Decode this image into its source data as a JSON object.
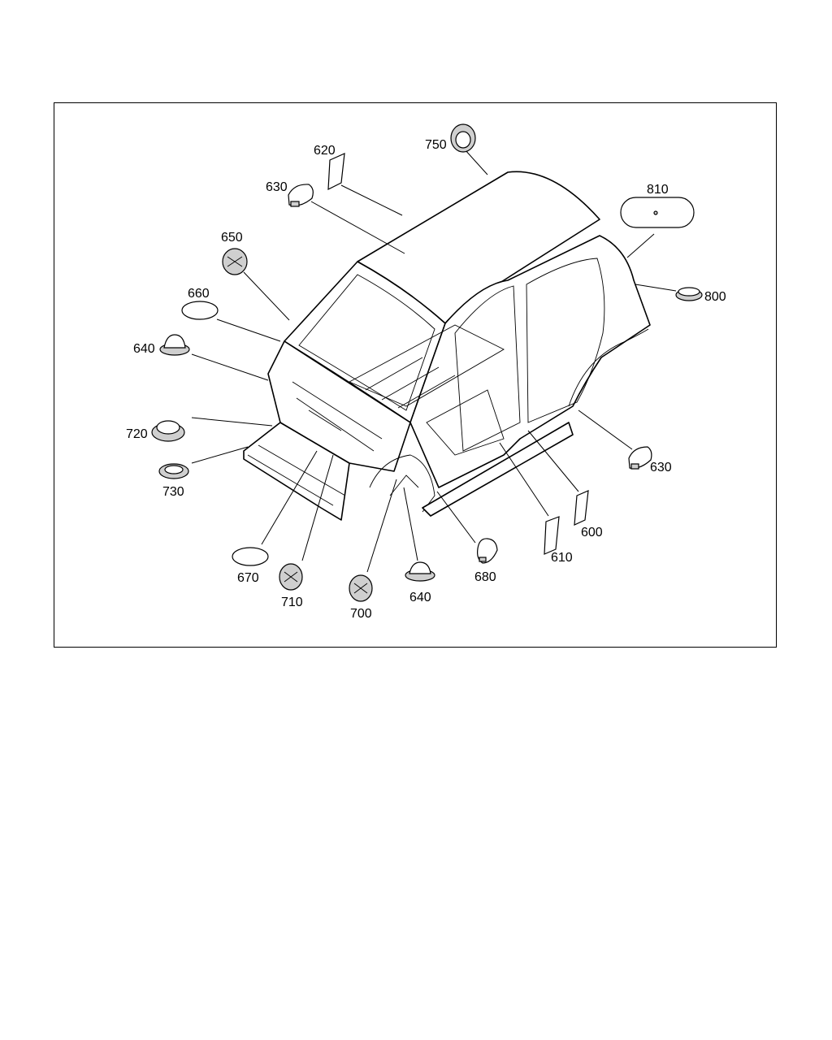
{
  "diagram": {
    "callouts": [
      {
        "id": "c600",
        "label": "600"
      },
      {
        "id": "c610",
        "label": "610"
      },
      {
        "id": "c620",
        "label": "620"
      },
      {
        "id": "c630a",
        "label": "630"
      },
      {
        "id": "c630b",
        "label": "630"
      },
      {
        "id": "c640a",
        "label": "640"
      },
      {
        "id": "c640b",
        "label": "640"
      },
      {
        "id": "c650",
        "label": "650"
      },
      {
        "id": "c660",
        "label": "660"
      },
      {
        "id": "c670",
        "label": "670"
      },
      {
        "id": "c680",
        "label": "680"
      },
      {
        "id": "c700",
        "label": "700"
      },
      {
        "id": "c710",
        "label": "710"
      },
      {
        "id": "c720",
        "label": "720"
      },
      {
        "id": "c730",
        "label": "730"
      },
      {
        "id": "c750",
        "label": "750"
      },
      {
        "id": "c800",
        "label": "800"
      },
      {
        "id": "c810",
        "label": "810"
      }
    ]
  }
}
